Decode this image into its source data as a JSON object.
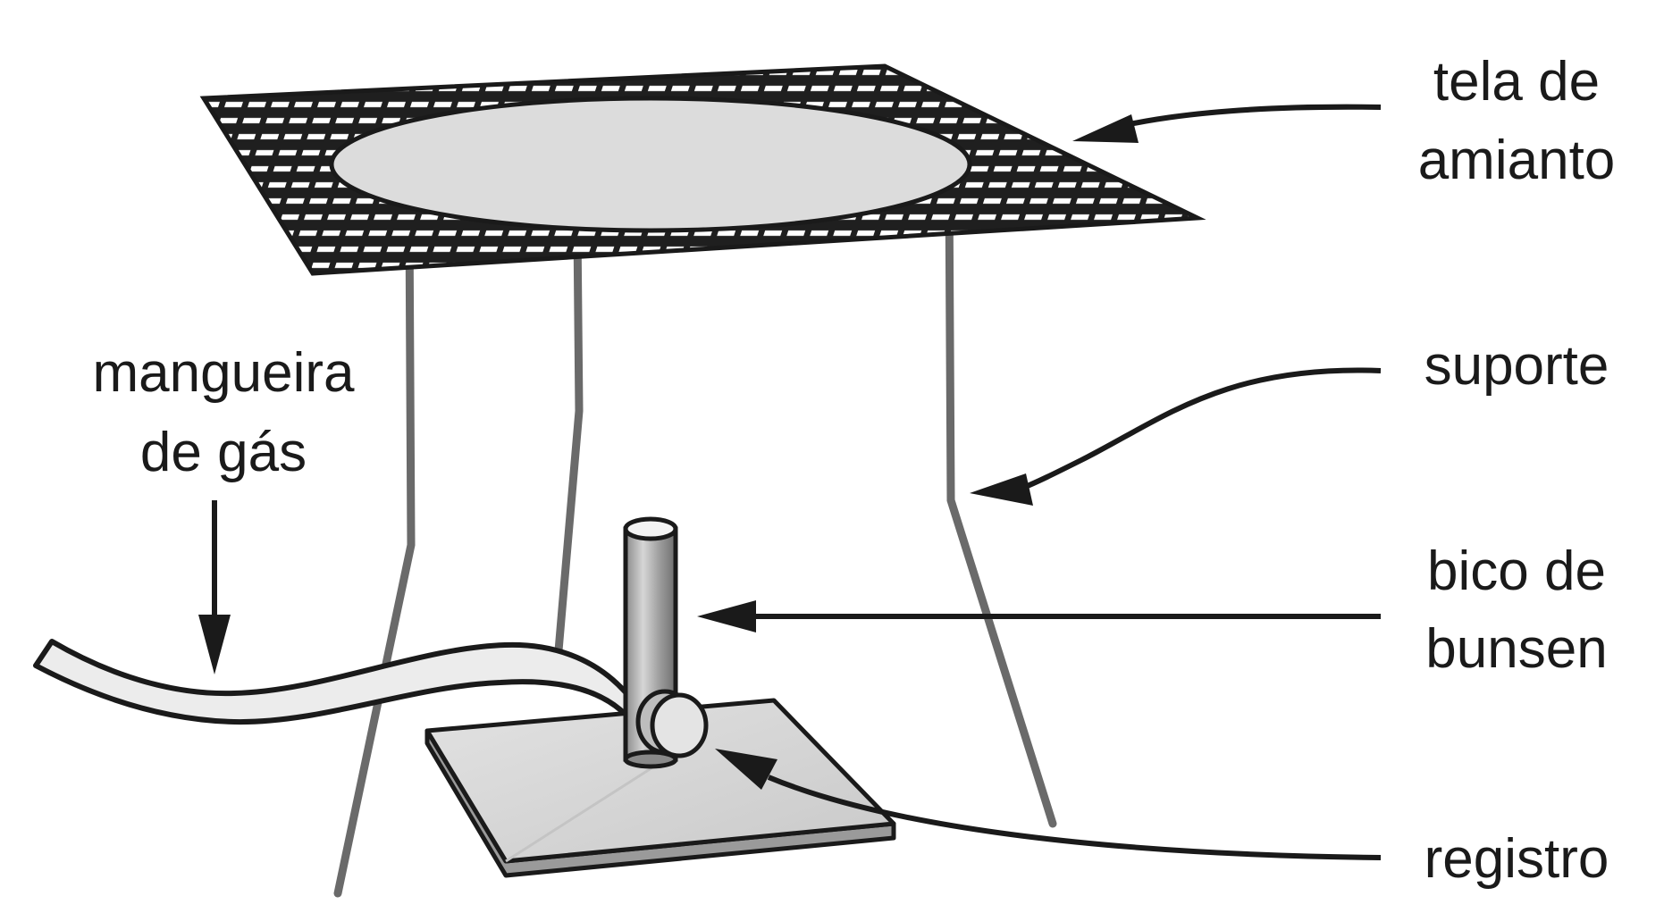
{
  "labels": {
    "tela_line1": "tela de",
    "tela_line2": "amianto",
    "suporte": "suporte",
    "bico_line1": "bico de",
    "bico_line2": "bunsen",
    "registro": "registro",
    "mangueira_line1": "mangueira",
    "mangueira_line2": "de gás"
  },
  "colors": {
    "line": "#1a1a1a",
    "leg": "#6a6a6a",
    "plate": "#d8d8d8",
    "mesh": "#1f1f1f",
    "background": "#ffffff"
  }
}
